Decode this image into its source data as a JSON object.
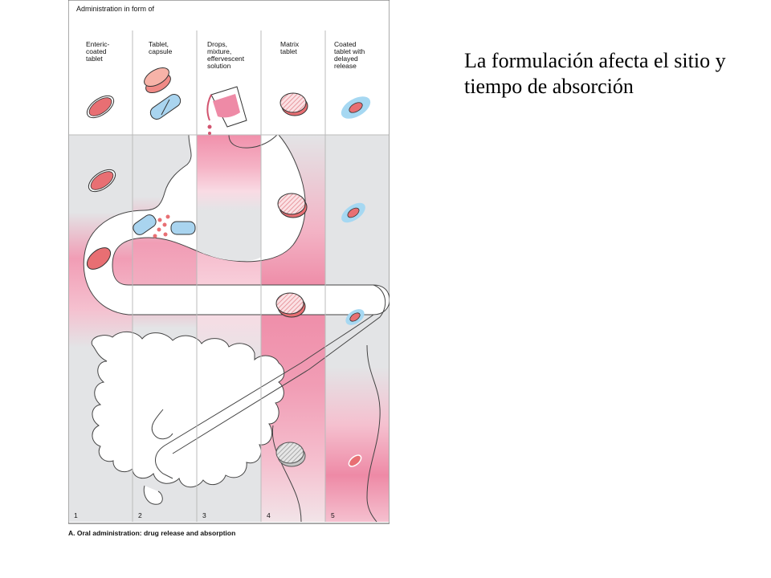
{
  "figure": {
    "header": "Administration in form of",
    "caption": "A. Oral administration: drug release and absorption",
    "columns": [
      {
        "number": "1",
        "label_lines": [
          "Enteric-",
          "coated",
          "tablet"
        ]
      },
      {
        "number": "2",
        "label_lines": [
          "Tablet,",
          "capsule"
        ]
      },
      {
        "number": "3",
        "label_lines": [
          "Drops,",
          "mixture,",
          "effervescent",
          "solution"
        ]
      },
      {
        "number": "4",
        "label_lines": [
          "Matrix",
          "tablet"
        ]
      },
      {
        "number": "5",
        "label_lines": [
          "Coated",
          "tablet with",
          "delayed",
          "release"
        ]
      }
    ]
  },
  "slide_text": "La formulación afecta el sitio y tiempo de absorción",
  "colors": {
    "absorption": "#ee8aa6",
    "background": "#e3e4e6",
    "pill": "#e86f73",
    "capsule": "#a9d4ef",
    "coating": "#a6d8f2"
  }
}
